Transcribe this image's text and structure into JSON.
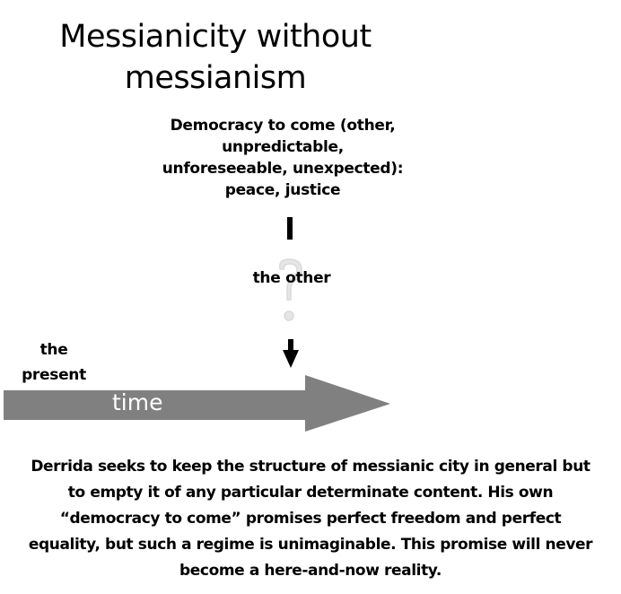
{
  "title": {
    "line1": "Messianicity without",
    "line2": "messianism"
  },
  "democracy": {
    "line1": "Democracy to come (other,",
    "line2": "unpredictable,",
    "line3": "unforeseeable, unexpected):",
    "line4": "peace, justice"
  },
  "other_label": "the other",
  "present_label": {
    "line1": "the",
    "line2": "present"
  },
  "time_label": "time",
  "question_icon": "question-mark",
  "colors": {
    "arrow": "#808080",
    "question": "#d9d9d9"
  },
  "paragraph": {
    "line1": "Derrida seeks to keep the structure of messianic city in general but",
    "line2": "to empty it of any particular determinate content. His own",
    "line3": "“democracy to come” promises perfect freedom and perfect",
    "line4": "equality, but such a regime is unimaginable. This promise will never",
    "line5": "become a here-and-now reality."
  }
}
